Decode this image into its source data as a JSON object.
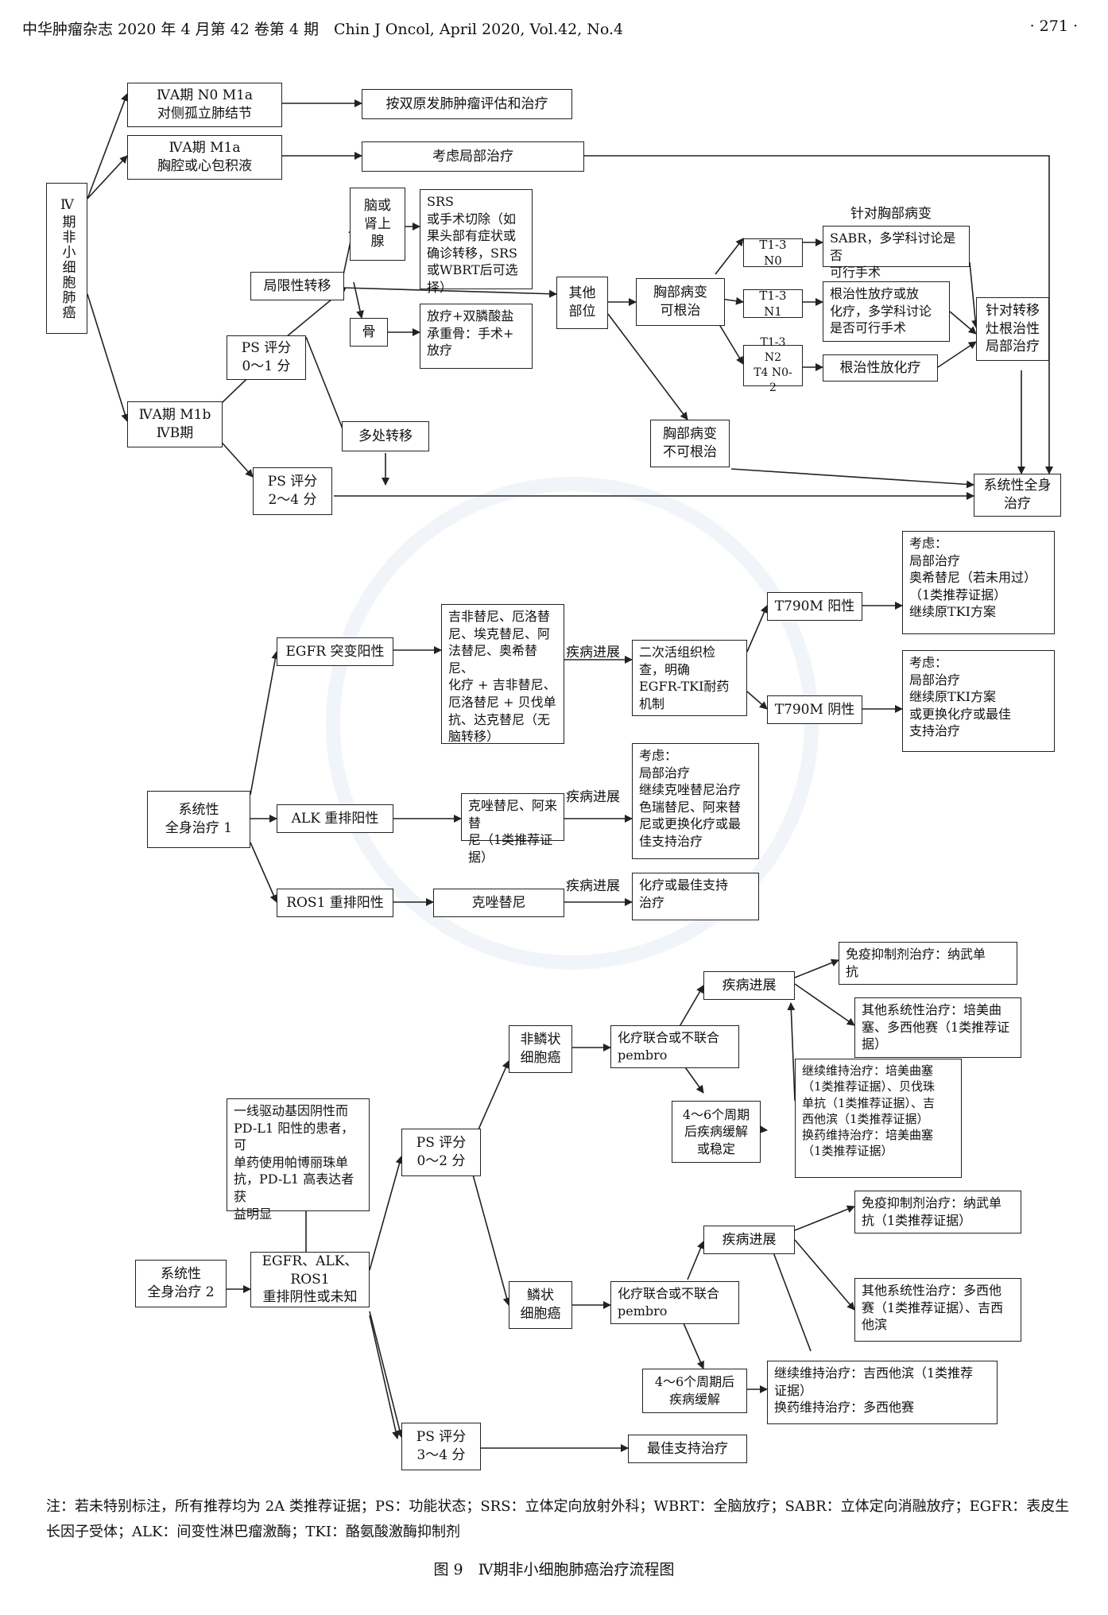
{
  "header": {
    "journal": "中华肿瘤杂志 2020 年 4 月第 42 卷第 4 期　Chin J Oncol, April 2020, Vol.42, No.4",
    "page_number": "· 271 ·"
  },
  "flow1": {
    "root": "Ⅳ期非小细胞肺癌",
    "iva_n0": "ⅣA期 N0 M1a\n对侧孤立肺结节",
    "dual_primary": "按双原发肺肿瘤评估和治疗",
    "iva_m1a": "ⅣA期 M1a\n胸腔或心包积液",
    "local_tx": "考虑局部治疗",
    "brain_adrenal": "脑或\n肾上\n腺",
    "srs": "SRS\n或手术切除（如\n果头部有症状或\n确诊转移，SRS\n或WBRT后可选择）",
    "limited_mets": "局限性转移",
    "bone": "骨",
    "bone_tx": "放疗+双膦酸盐\n承重骨：手术+\n放疗",
    "other_sites": "其他\n部位",
    "chest_curable": "胸部病变\n可根治",
    "chest_target_label": "针对胸部病变",
    "t13n0": "T1-3 N0",
    "sabr": "SABR，多学科讨论是否\n可行手术",
    "t13n1": "T1-3 N1",
    "radical_rt": "根治性放疗或放\n化疗，多学科讨论\n是否可行手术",
    "t13n2": "T1-3 N2\nT4 N0-2",
    "radical_crt": "根治性放化疗",
    "target_radical": "针对转移\n灶根治性\n局部治疗",
    "ps01": "PS 评分\n0～1 分",
    "ivb": "ⅣA期 M1b\nⅣB期",
    "multi_mets": "多处转移",
    "chest_incurable": "胸部病变\n不可根治",
    "ps24": "PS 评分\n2～4 分",
    "systemic": "系统性全身\n治疗"
  },
  "flow2": {
    "root": "系统性\n全身治疗 1",
    "egfr": "EGFR 突变阳性",
    "egfr_tx": "吉非替尼、厄洛替\n尼、埃克替尼、阿\n法替尼、奥希替尼、\n化疗 + 吉非替尼、\n厄洛替尼 + 贝伐单\n抗、达克替尼（无\n脑转移）",
    "progression": "疾病进展",
    "biopsy": "二次活组织检\n查，明确\nEGFR-TKI耐药\n机制",
    "t790m_pos": "T790M 阳性",
    "t790m_pos_tx": "考虑：\n局部治疗\n奥希替尼（若未用过）\n（1类推荐证据）\n继续原TKI方案",
    "t790m_neg": "T790M 阴性",
    "t790m_neg_tx": "考虑：\n局部治疗\n继续原TKI方案\n或更换化疗或最佳\n支持治疗",
    "alk": "ALK 重排阳性",
    "alk_tx": "克唑替尼、阿来替\n尼（1类推荐证据）",
    "alk_next": "考虑：\n局部治疗\n继续克唑替尼治疗\n色瑞替尼、阿来替\n尼或更换化疗或最\n佳支持治疗",
    "ros1": "ROS1 重排阳性",
    "ros1_tx": "克唑替尼",
    "ros1_next": "化疗或最佳支持\n治疗"
  },
  "flow3": {
    "root": "系统性\n全身治疗 2",
    "negative": "EGFR、ALK、ROS1\n重排阴性或未知",
    "pdl1": "一线驱动基因阴性而\nPD-L1 阳性的患者，可\n单药使用帕博丽珠单\n抗，PD-L1 高表达者获\n益明显",
    "ps02": "PS 评分\n0～2 分",
    "nonsq": "非鳞状\n细胞癌",
    "nonsq_chemo": "化疗联合或不联合\npembro",
    "nonsq_prog": "疾病进展",
    "nonsq_immuno": "免疫抑制剂治疗：纳武单\n抗",
    "nonsq_other": "其他系统性治疗：培美曲\n塞、多西他赛（1类推荐证\n据）",
    "nonsq_relief": "4～6个周期\n后疾病缓解\n或稳定",
    "nonsq_maint": "继续维持治疗：培美曲塞\n（1类推荐证据）、贝伐珠\n单抗（1类推荐证据）、吉\n西他滨（1类推荐证据）\n换药维持治疗：培美曲塞\n（1类推荐证据）",
    "sq": "鳞状\n细胞癌",
    "sq_chemo": "化疗联合或不联合\npembro",
    "sq_prog": "疾病进展",
    "sq_immuno": "免疫抑制剂治疗：纳武单\n抗（1类推荐证据）",
    "sq_other": "其他系统性治疗：多西他\n赛（1类推荐证据）、吉西\n他滨",
    "sq_relief": "4～6个周期后\n疾病缓解",
    "sq_maint": "继续维持治疗：吉西他滨（1类推荐\n证据）\n换药维持治疗：多西他赛",
    "ps34": "PS 评分\n3～4 分",
    "best_support": "最佳支持治疗"
  },
  "footer": {
    "note": "注：若未特别标注，所有推荐均为 2A 类推荐证据；PS：功能状态；SRS：立体定向放射外科；WBRT：全脑放疗；SABR：立体定向消融放疗；EGFR：表皮生长因子受体；ALK：间变性淋巴瘤激酶；TKI：酪氨酸激酶抑制剂",
    "caption": "图 9　Ⅳ期非小细胞肺癌治疗流程图"
  }
}
